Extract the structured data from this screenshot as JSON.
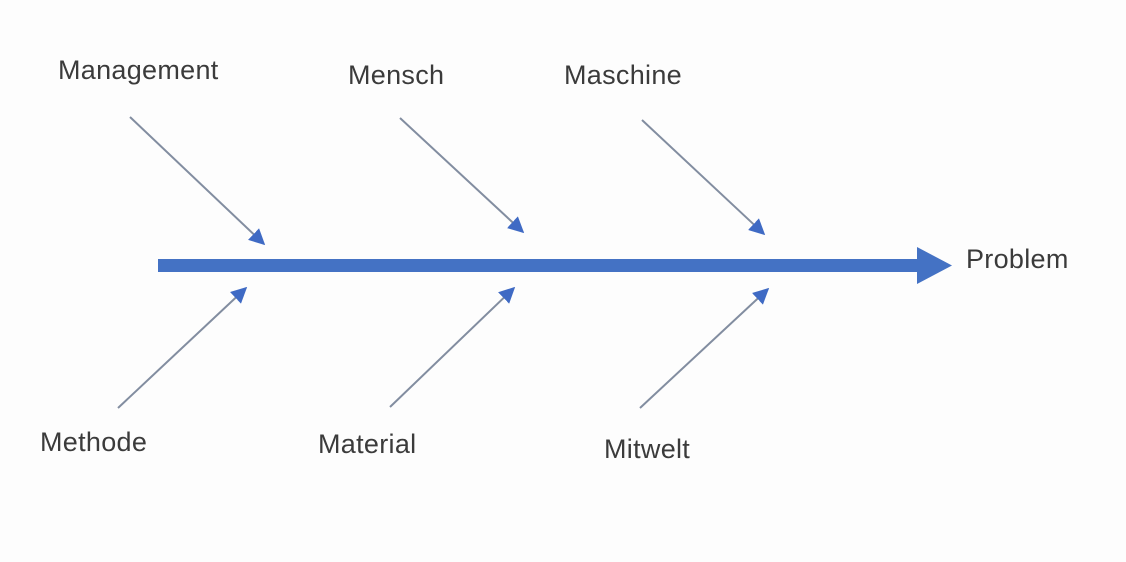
{
  "diagram": {
    "kind": "fishbone-ishikawa",
    "effect": {
      "label": "Problem"
    },
    "causes_top": [
      {
        "label": "Management"
      },
      {
        "label": "Mensch"
      },
      {
        "label": "Maschine"
      }
    ],
    "causes_bottom": [
      {
        "label": "Methode"
      },
      {
        "label": "Material"
      },
      {
        "label": "Mitwelt"
      }
    ]
  },
  "colors": {
    "background": "#fdfdfd",
    "text": "#3b3b3b",
    "spine": "#4472c4",
    "branch_line": "#828da0",
    "branch_head": "#3f6ac4"
  }
}
